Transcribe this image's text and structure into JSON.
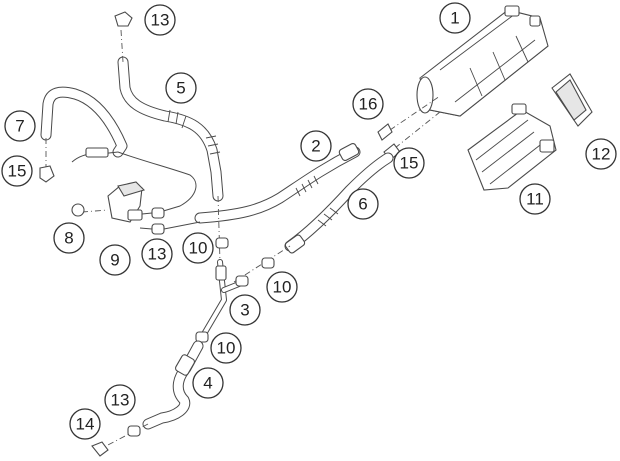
{
  "callouts": [
    {
      "id": "c1",
      "label": "1"
    },
    {
      "id": "c2",
      "label": "2"
    },
    {
      "id": "c3",
      "label": "3"
    },
    {
      "id": "c4",
      "label": "4"
    },
    {
      "id": "c5",
      "label": "5"
    },
    {
      "id": "c6",
      "label": "6"
    },
    {
      "id": "c7",
      "label": "7"
    },
    {
      "id": "c8",
      "label": "8"
    },
    {
      "id": "c9",
      "label": "9"
    },
    {
      "id": "c10a",
      "label": "10"
    },
    {
      "id": "c10b",
      "label": "10"
    },
    {
      "id": "c10c",
      "label": "10"
    },
    {
      "id": "c11",
      "label": "11"
    },
    {
      "id": "c12",
      "label": "12"
    },
    {
      "id": "c13a",
      "label": "13"
    },
    {
      "id": "c13b",
      "label": "13"
    },
    {
      "id": "c13c",
      "label": "13"
    },
    {
      "id": "c14",
      "label": "14"
    },
    {
      "id": "c15a",
      "label": "15"
    },
    {
      "id": "c15b",
      "label": "15"
    },
    {
      "id": "c16",
      "label": "16"
    }
  ]
}
